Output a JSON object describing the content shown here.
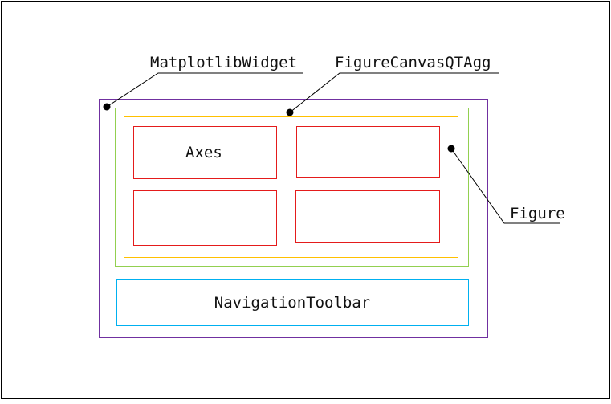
{
  "labels": {
    "matplotlib_widget": "MatplotlibWidget",
    "figure_canvas": "FigureCanvasQTAgg",
    "figure": "Figure",
    "axes": "Axes",
    "navigation_toolbar": "NavigationToolbar"
  },
  "colors": {
    "frame": "#000000",
    "matplotlib_widget": "#7030a0",
    "figure_canvas": "#92d050",
    "figure": "#ffc000",
    "axes": "#e41b1b",
    "navigation_toolbar": "#00b0f0",
    "leader": "#000000"
  }
}
